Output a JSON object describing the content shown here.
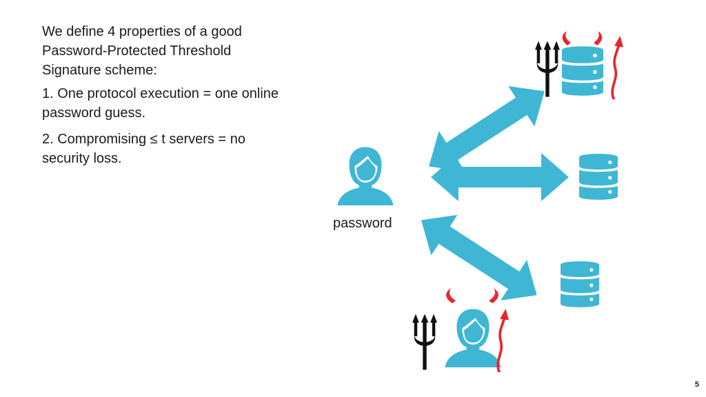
{
  "slide": {
    "intro_line1": "We define 4 properties of a good",
    "intro_line2": "Password-Protected Threshold",
    "intro_line3": "Signature scheme:",
    "property1_line1": "1. One protocol execution = one online",
    "property1_line2": "password guess.",
    "property2_line1": "2. Compromising ≤ t servers = no",
    "property2_line2": "security loss.",
    "user_label": "password",
    "page_number": "5"
  },
  "colors": {
    "accent_blue": "#3fb7d4",
    "devil_red": "#e8262b",
    "trident_black": "#111111"
  },
  "icons": [
    "user-icon",
    "server-icon",
    "trident-icon",
    "devil-horns-icon",
    "devil-tail-icon",
    "double-arrow-icon"
  ]
}
